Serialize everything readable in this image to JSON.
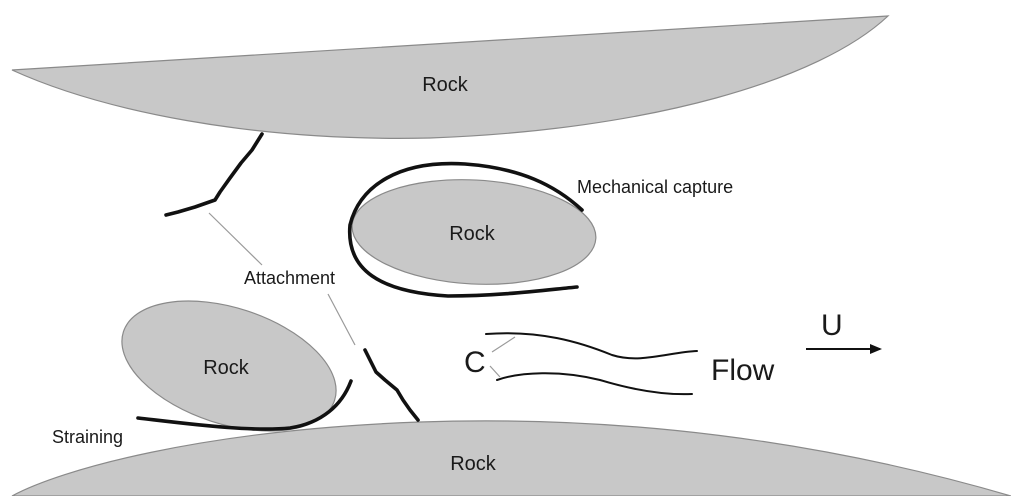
{
  "diagram": {
    "rocks": {
      "top": "Rock",
      "middle": "Rock",
      "left": "Rock",
      "bottom": "Rock"
    },
    "labels": {
      "mechanical_capture": "Mechanical capture",
      "attachment": "Attachment",
      "straining": "Straining",
      "concentration": "C",
      "flow": "Flow",
      "velocity": "U"
    },
    "colors": {
      "rock_fill": "#c8c8c8",
      "rock_outline": "#8a8a8a",
      "line": "#111111",
      "leader": "#9a9a9a"
    }
  }
}
